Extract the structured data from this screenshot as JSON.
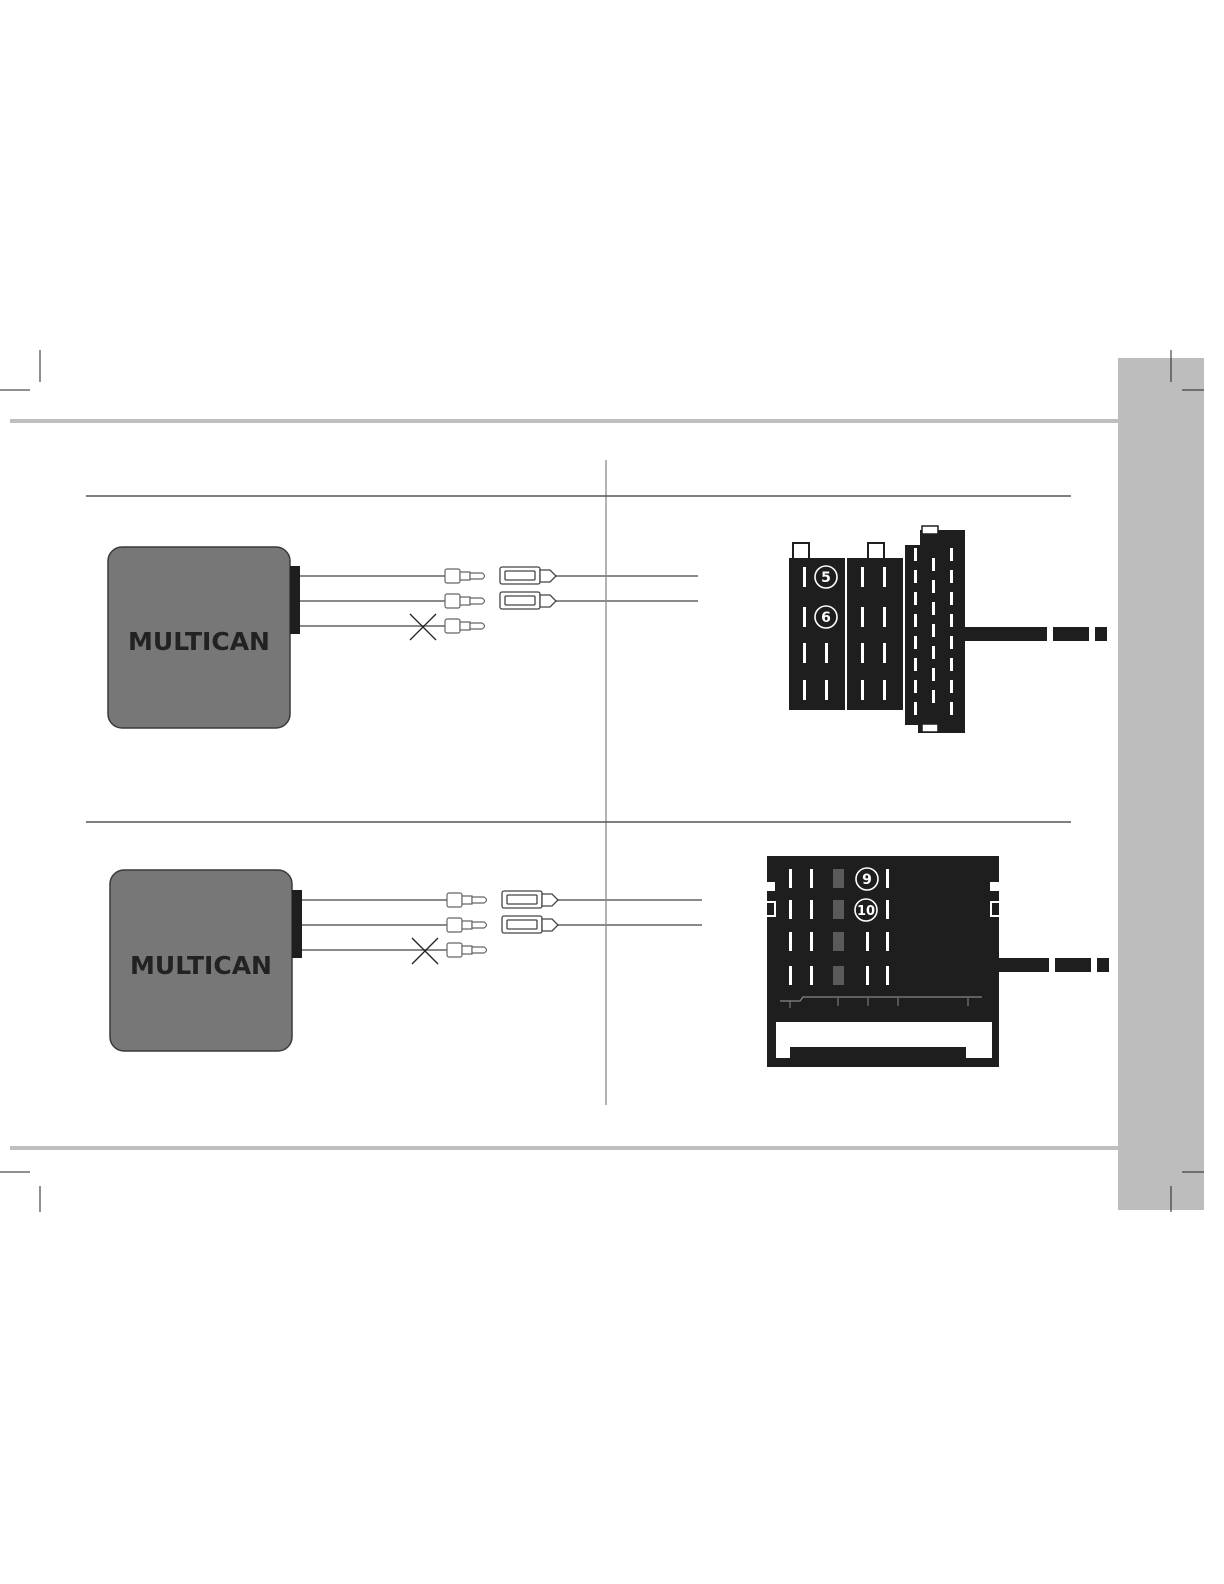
{
  "colors": {
    "rule": "#bfbfbf",
    "side_tab": "#bdbdbd",
    "module_fill": "#777777",
    "module_stroke": "#3a3a3a",
    "connector": "#1e1e1e",
    "wire": "#8a8a8a",
    "link": "#3355cc"
  },
  "modules": [
    {
      "label": "MULTICAN",
      "icon": "multican-module-icon"
    },
    {
      "label": "MULTICAN",
      "icon": "multican-module-icon"
    }
  ],
  "connector_top": {
    "icon": "iso-connector-icon",
    "pins": [
      "5",
      "6"
    ]
  },
  "connector_bottom": {
    "icon": "quadlock-connector-icon",
    "pins": [
      "9",
      "10"
    ]
  }
}
